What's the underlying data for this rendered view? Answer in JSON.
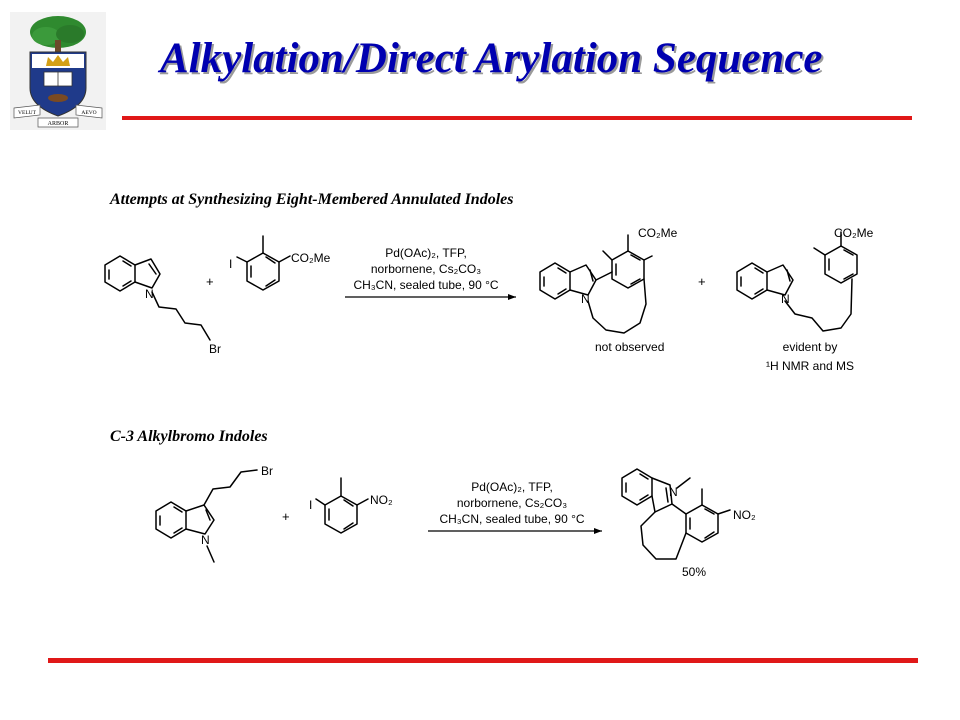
{
  "slide": {
    "title": "Alkylation/Direct Arylation Sequence",
    "crest": {
      "ribbon_left": "VELUT",
      "ribbon_right": "AEVO",
      "ribbon_bottom": "ARBOR"
    }
  },
  "section1": {
    "heading": "Attempts at Synthesizing Eight-Membered Annulated Indoles",
    "plus": "+",
    "reactant2_I": "I",
    "reactant2_group": "CO₂Me",
    "reactant1_N": "N",
    "reactant1_Br": "Br",
    "conditions": {
      "line1": "Pd(OAc)₂, TFP,",
      "line2": "norbornene, Cs₂CO₃",
      "line3": "CH₃CN, sealed tube, 90 °C"
    },
    "product1_group": "CO₂Me",
    "product1_N": "N",
    "product1_label": "not observed",
    "product2_group": "CO₂Me",
    "product2_N": "N",
    "product2_label_line1": "evident by",
    "product2_label_line2": "¹H NMR and MS"
  },
  "section2": {
    "heading": "C-3 Alkylbromo Indoles",
    "plus": "+",
    "reactant1_Br": "Br",
    "reactant1_N": "N",
    "reactant2_I": "I",
    "reactant2_group": "NO₂",
    "conditions": {
      "line1": "Pd(OAc)₂, TFP,",
      "line2": "norbornene, Cs₂CO₃",
      "line3": "CH₃CN, sealed tube, 90 °C"
    },
    "product_N": "N",
    "product_group": "NO₂",
    "product_yield": "50%"
  }
}
